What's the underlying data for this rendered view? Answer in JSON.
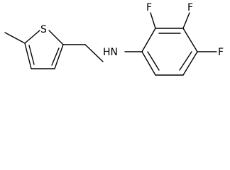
{
  "molecule": {
    "atoms": {
      "methyl_carbon": "",
      "thiophene_sulfur": "S",
      "amine_nitrogen": "HN",
      "fluorine_2": "F",
      "fluorine_3": "F",
      "fluorine_4": "F"
    }
  },
  "colors": {
    "bond": "#000000",
    "label": "#000000",
    "background": "#ffffff"
  }
}
